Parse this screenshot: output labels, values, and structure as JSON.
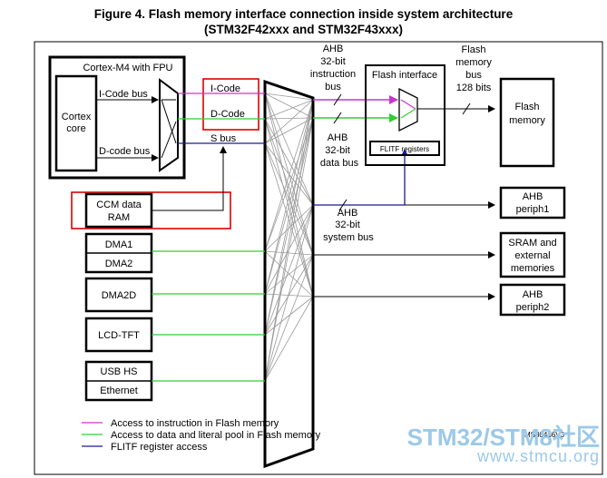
{
  "title": {
    "line1": "Figure 4. Flash memory interface connection inside system architecture",
    "line2": "(STM32F42xxx and STM32F43xxx)"
  },
  "blocks": {
    "cortex_m4": "Cortex-M4 with FPU",
    "cortex_core": [
      "Cortex",
      "core"
    ],
    "icode_bus": "I-Code bus",
    "dcode_bus": "D-code bus",
    "icode": "I-Code",
    "dcode": "D-Code",
    "sbus": "S bus",
    "ccm": [
      "CCM data",
      "RAM"
    ],
    "dma1": "DMA1",
    "dma2": "DMA2",
    "dma2d": "DMA2D",
    "lcd": "LCD-TFT",
    "usb": "USB HS",
    "ethernet": "Ethernet"
  },
  "buses": {
    "ahb_instr": [
      "AHB",
      "32-bit",
      "instruction",
      "bus"
    ],
    "ahb_data": [
      "AHB",
      "32-bit",
      "data bus"
    ],
    "ahb_system": [
      "AHB",
      "32-bit",
      "system bus"
    ],
    "flash_bus": [
      "Flash",
      "memory",
      "bus",
      "128 bits"
    ]
  },
  "targets": {
    "flash_interface": "Flash interface",
    "flitf": "FLITF registers",
    "flash_memory": [
      "Flash",
      "memory"
    ],
    "ahb_periph1": [
      "AHB",
      "periph1"
    ],
    "sram": [
      "SRAM and",
      "external",
      "memories"
    ],
    "ahb_periph2": [
      "AHB",
      "periph2"
    ]
  },
  "legend": [
    {
      "label": "Access to instruction in Flash memory",
      "color": "#cc33cc"
    },
    {
      "label": "Access to data and literal pool in Flash memory",
      "color": "#33cc33"
    },
    {
      "label": "FLITF register access",
      "color": "#1a1a99"
    }
  ],
  "figure_id": "MS30466V3",
  "watermark": {
    "brand": "STM32/STM8社区",
    "url": "www.stmcu.org"
  }
}
